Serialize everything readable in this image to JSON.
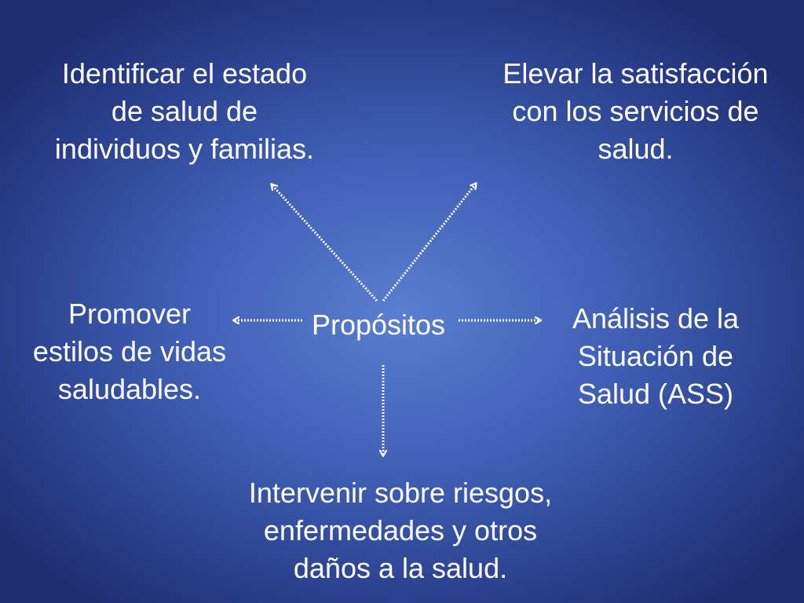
{
  "diagram": {
    "center": "Propósitos",
    "nodes": {
      "top_left": "Identificar el estado\nde salud de\nindividuos y familias.",
      "top_right": "Elevar la satisfacción\ncon los servicios de\nsalud.",
      "left": "Promover\nestilos de vidas\nsaludables.",
      "right": "Análisis de la\nSituación de\nSalud (ASS)",
      "bottom": "Intervenir sobre riesgos,\nenfermedades y otros\ndaños a la salud."
    }
  },
  "colors": {
    "text": "#ffffff",
    "arrow": "#ffffff",
    "background_center": "#5a7ed0",
    "background_edge": "#1f2f72"
  }
}
